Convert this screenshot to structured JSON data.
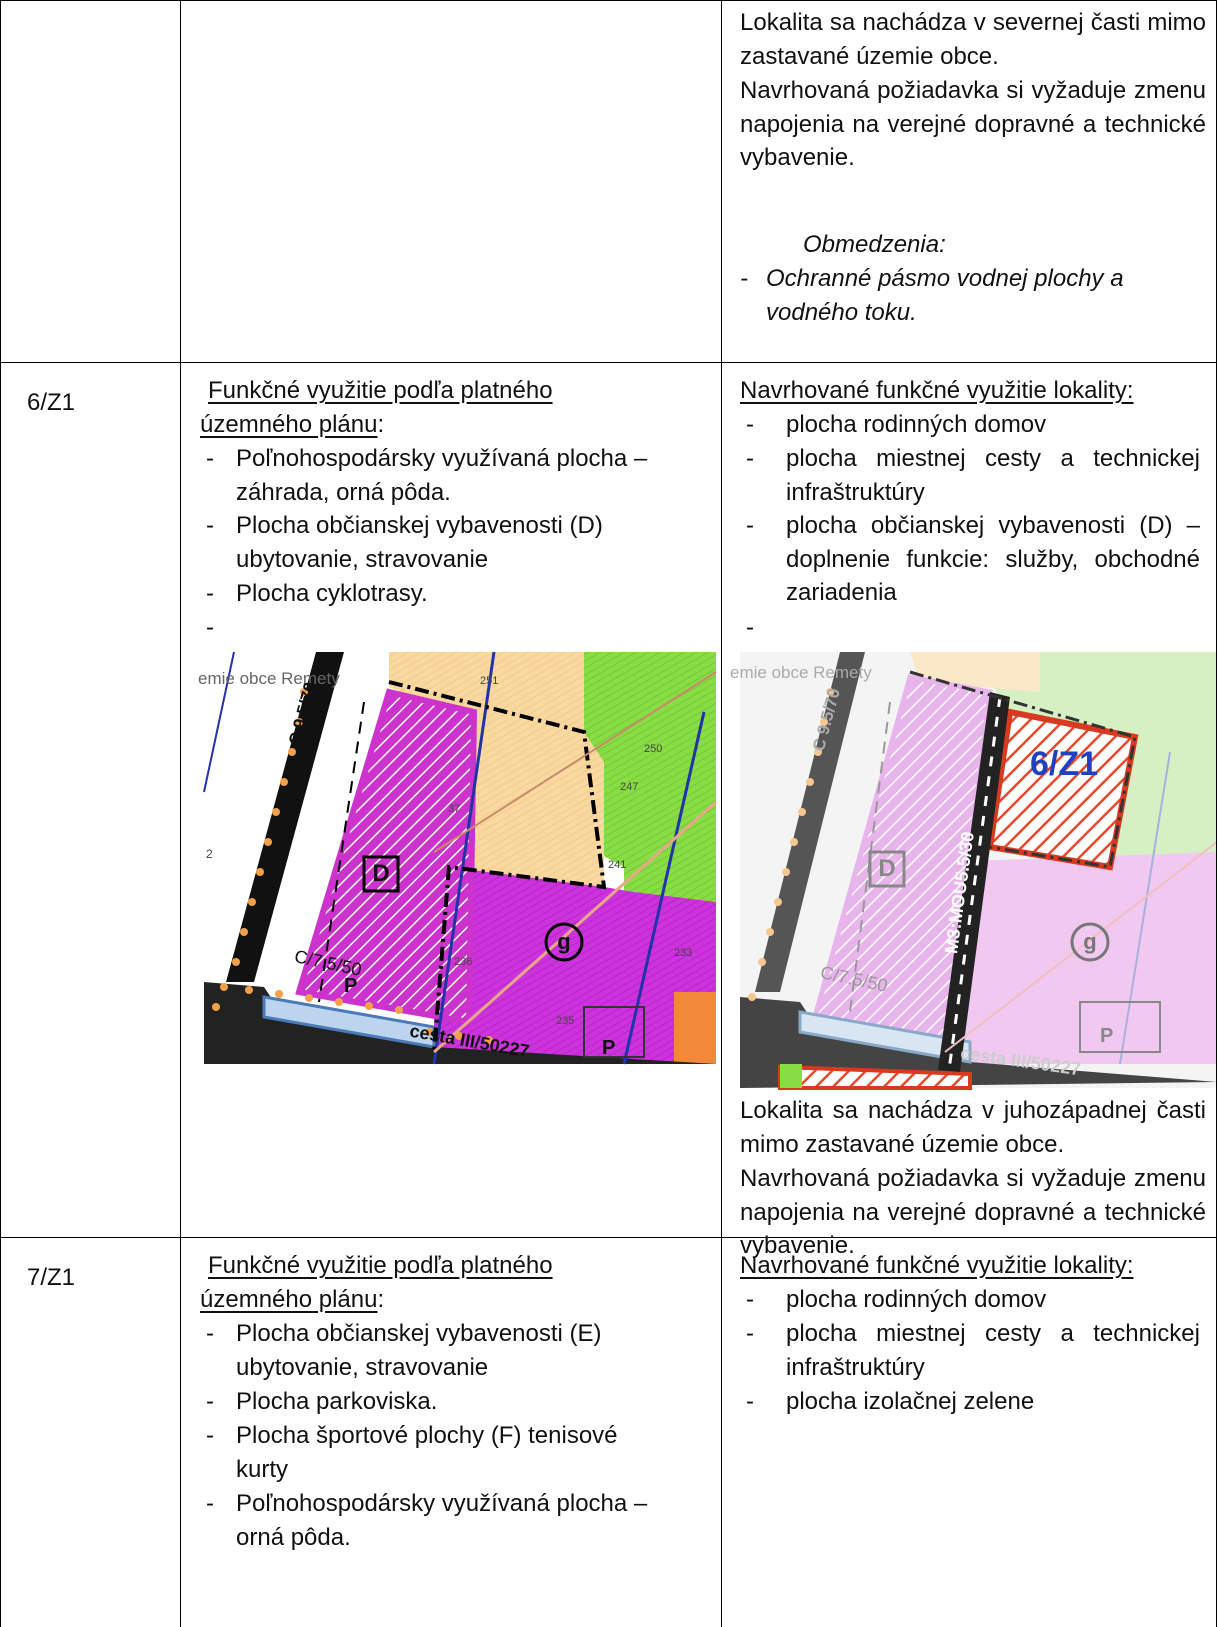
{
  "row1": {
    "right": {
      "para1": "Lokalita sa nachádza v severnej časti mimo zastavané územie obce.",
      "para2": "Navrhovaná požiadavka si vyžaduje zmenu napojenia na verejné dopravné a technické vybavenie.",
      "limits_heading": "Obmedzenia:",
      "limits": [
        "Ochranné pásmo vodnej plochy a vodného toku."
      ]
    }
  },
  "row2": {
    "code": "6/Z1",
    "middle": {
      "heading_line1": "Funkčné využitie podľa platného",
      "heading_line2": "územného plánu",
      "heading_colon": ":",
      "items": [
        "Poľnohospodársky využívaná plocha – záhrada, orná pôda.",
        "Plocha občianskej vybavenosti (D) ubytovanie, stravovanie",
        "Plocha cyklotrasy.",
        ""
      ],
      "map": {
        "label_area": "emie obce Remety",
        "road_label": "C 9.5/70",
        "road_label2": "C/7.5/50",
        "road_label3": "cesta III/50227",
        "zone_d": "D",
        "zone_g": "g",
        "parking": "P",
        "parcel1": "251",
        "parcel2": "37",
        "parcel3": "250",
        "parcel4": "247",
        "parcel5": "241",
        "parcel6": "236",
        "parcel7": "233",
        "parcel8": "235",
        "parcel9": "2"
      }
    },
    "right": {
      "heading": "Navrhované funkčné využitie lokality:",
      "items": [
        "plocha rodinných domov",
        "plocha miestnej cesty a technickej infraštruktúry",
        "plocha občianskej vybavenosti (D) – doplnenie funkcie: služby, obchodné zariadenia",
        ""
      ],
      "map": {
        "label_area": "emie obce Remety",
        "zone_label": "6/Z1",
        "road_vertical": "M3:MOU5.5/30",
        "road_label": "C 9.5/70",
        "road_label2": "C/7.5/50",
        "road_label3": "cesta III/50227",
        "zone_d": "D",
        "zone_g": "g",
        "parking": "P"
      },
      "para1": "Lokalita sa nachádza v juhozápadnej časti mimo zastavané územie obce.",
      "para2": "Navrhovaná požiadavka si vyžaduje zmenu napojenia na verejné dopravné a technické vybavenie."
    }
  },
  "row3": {
    "code": "7/Z1",
    "middle": {
      "heading_line1": "Funkčné využitie podľa platného",
      "heading_line2": "územného plánu",
      "heading_colon": ":",
      "items": [
        "Plocha občianskej vybavenosti (E) ubytovanie, stravovanie",
        "Plocha parkoviska.",
        "Plocha športové plochy (F) tenisové kurty",
        "Poľnohospodársky využívaná plocha – orná pôda."
      ]
    },
    "right": {
      "heading": "Navrhované funkčné využitie lokality:",
      "items": [
        "plocha rodinných domov",
        "plocha miestnej cesty a technickej infraštruktúry",
        "plocha izolačnej zelene"
      ]
    }
  },
  "colors": {
    "border": "#000000",
    "magenta": "#cc33cc",
    "light_magenta": "#f0c8f0",
    "green": "#88dd44",
    "light_green": "#d6f0c4",
    "tan": "#fad9a0",
    "orange_dot": "#f2a04a",
    "red_zone": "#e8492a",
    "blue_line": "#2233aa"
  }
}
